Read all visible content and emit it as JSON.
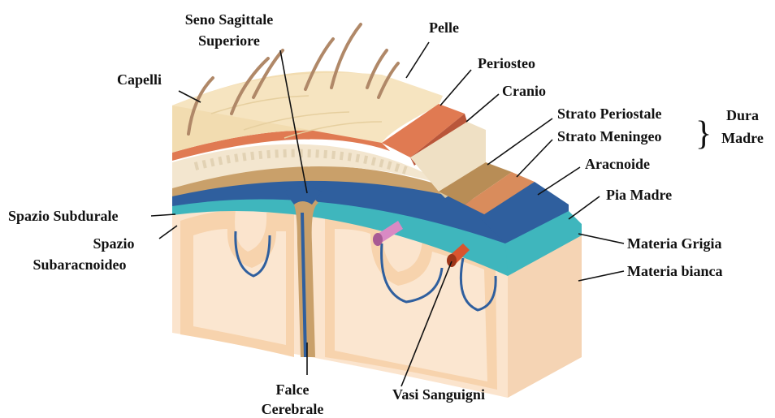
{
  "labels": {
    "seno_sagittale_1": "Seno Sagittale",
    "seno_sagittale_2": "Superiore",
    "pelle": "Pelle",
    "capelli": "Capelli",
    "periosteo": "Periosteo",
    "cranio": "Cranio",
    "strato_periostale": "Strato Periostale",
    "strato_meningeo": "Strato Meningeo",
    "dura_1": "Dura",
    "dura_2": "Madre",
    "brace": "}",
    "aracnoide": "Aracnoide",
    "pia_madre": "Pia Madre",
    "spazio_subdurale": "Spazio Subdurale",
    "spazio_subaracnoideo_1": "Spazio",
    "spazio_subaracnoideo_2": "Subaracnoideo",
    "materia_grigia": "Materia Grigia",
    "materia_bianca": "Materia bianca",
    "falce_1": "Falce",
    "falce_2": "Cerebrale",
    "vasi": "Vasi Sanguigni"
  },
  "colors": {
    "skin": "#f2dcb0",
    "periosteum": "#e07a52",
    "skull": "#f3e6cf",
    "dura": "#c9a06a",
    "arachnoid": "#2f5f9e",
    "pia": "#3fb6bd",
    "grey_matter": "#f7dcc0",
    "white_matter": "#fbe7d2",
    "vessel_red": "#d9552f",
    "vessel_pink": "#d98ac4"
  }
}
